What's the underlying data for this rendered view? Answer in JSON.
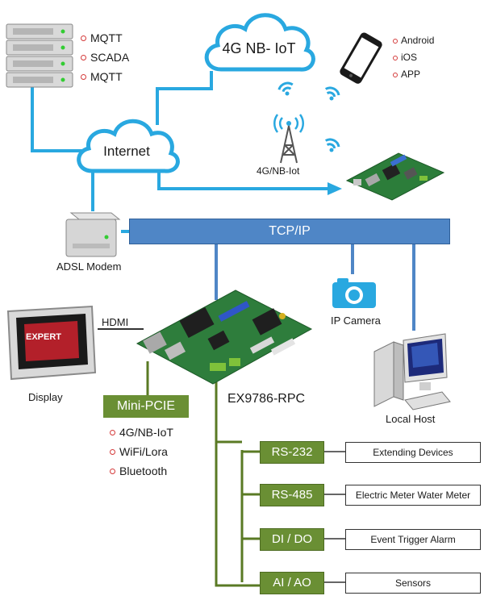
{
  "server": {
    "labels": [
      "MQTT",
      "SCADA",
      "MQTT"
    ]
  },
  "cloud_nbiot": {
    "label": "4G NB- IoT"
  },
  "cloud_internet": {
    "label": "Internet"
  },
  "phone": {
    "labels": [
      "Android",
      "iOS",
      "APP"
    ]
  },
  "tower": {
    "label": "4G/NB-Iot"
  },
  "adsl": {
    "label": "ADSL Modem"
  },
  "tcpip": {
    "label": "TCP/IP"
  },
  "camera": {
    "label": "IP Camera"
  },
  "local_host": {
    "label": "Local Host"
  },
  "display": {
    "label": "Display",
    "brand": "EXPERT"
  },
  "hdmi": {
    "label": "HDMI"
  },
  "board": {
    "label": "EX9786-RPC"
  },
  "mini_pcie": {
    "label": "Mini-PCIE",
    "items": [
      "4G/NB-IoT",
      "WiFi/Lora",
      "Bluetooth"
    ]
  },
  "interfaces": [
    {
      "name": "RS-232",
      "device": "Extending Devices"
    },
    {
      "name": "RS-485",
      "device": "Electric Meter Water Meter"
    },
    {
      "name": "DI / DO",
      "device": "Event Trigger Alarm"
    },
    {
      "name": "AI / AO",
      "device": "Sensors"
    }
  ],
  "colors": {
    "network_line": "#29a8e0",
    "tcp_bar": "#4f86c6",
    "io_green": "#6a8f34",
    "io_line": "#5a7a24",
    "bullet": "#d43a3a"
  }
}
